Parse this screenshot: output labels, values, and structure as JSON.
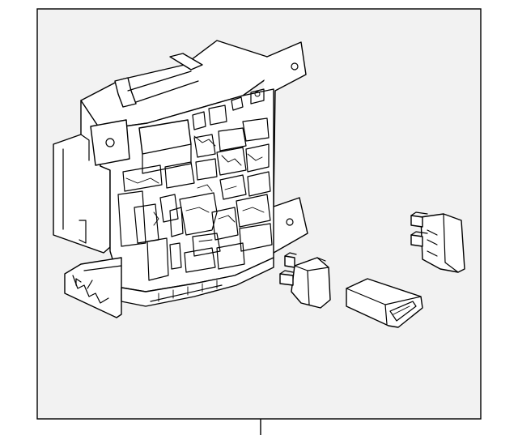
{
  "diagram": {
    "colors": {
      "frame_fill": "#f2f2f2",
      "line": "#000000",
      "part_fill": "#ffffff"
    },
    "parts": [
      {
        "id": "fuse-box-assembly"
      },
      {
        "id": "blade-fuse"
      },
      {
        "id": "relay"
      },
      {
        "id": "fuse-puller"
      }
    ]
  }
}
